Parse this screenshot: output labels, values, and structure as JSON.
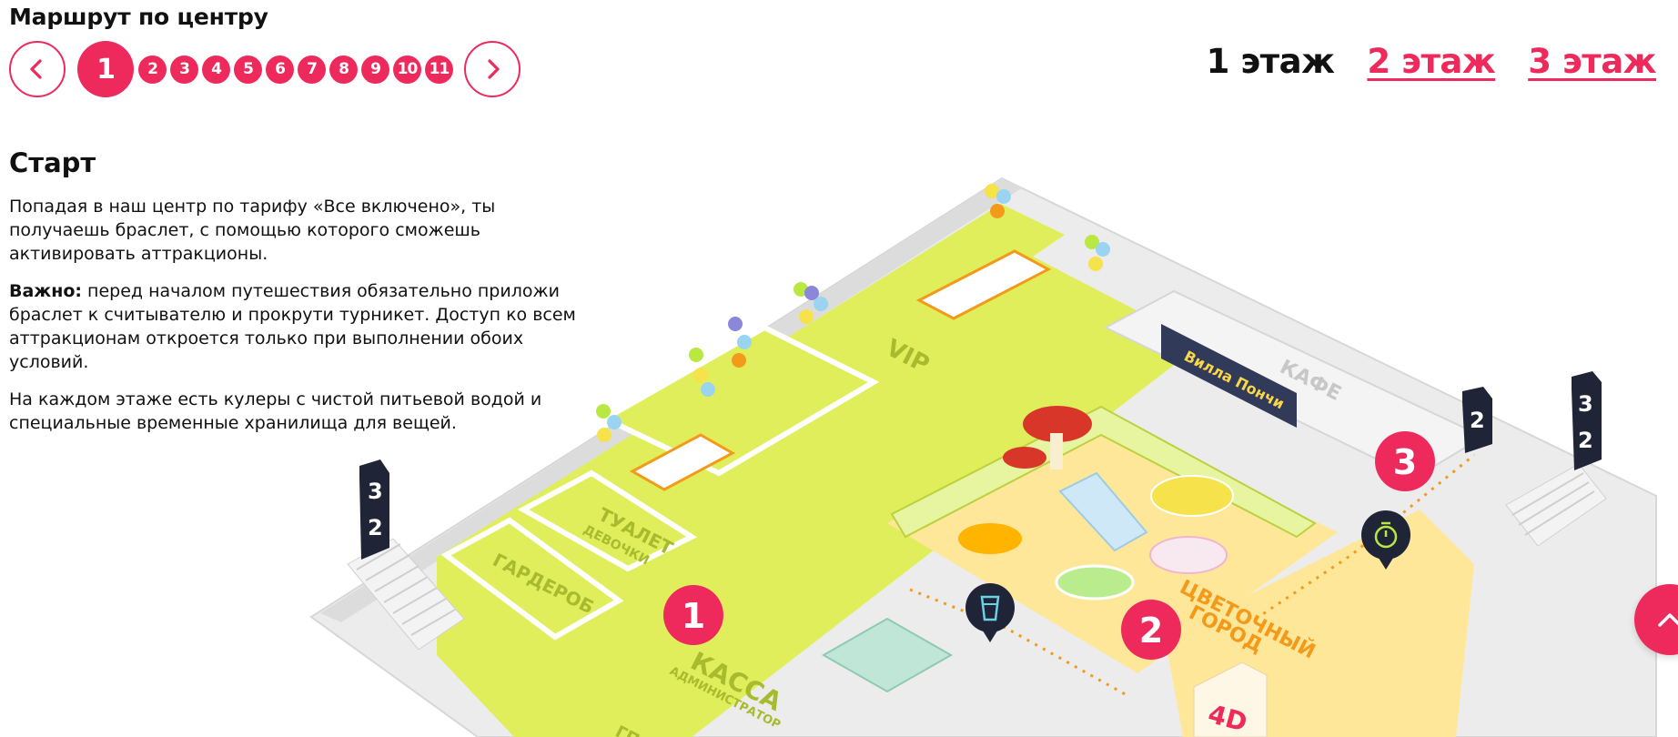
{
  "route": {
    "title": "Маршрут по центру",
    "prev_icon": "chevron-left-icon",
    "next_icon": "chevron-right-icon",
    "steps": [
      "1",
      "2",
      "3",
      "4",
      "5",
      "6",
      "7",
      "8",
      "9",
      "10",
      "11"
    ],
    "active_step": "1"
  },
  "floors": {
    "current": "1 этаж",
    "second": "2 этаж",
    "third": "3 этаж"
  },
  "stage": {
    "title": "Старт",
    "p1": "Попадая в наш центр по тарифу «Все включено», ты получаешь браслет, с помощью которого сможешь активировать аттракционы.",
    "p2_bold": "Важно:",
    "p2": " перед началом путешествия обязательно приложи браслет к считывателю и прокрути турникет. Доступ ко всем аттракционам откроется только при выполнении обоих условий.",
    "p3": "На каждом этаже есть кулеры с чистой питьевой водой и специальные временные хранилища для вещей."
  },
  "map": {
    "labels": {
      "vip": "VIP",
      "toilet": "ТУАЛЕТ",
      "toilet_sub": "ДЕВОЧКИ",
      "wardrobe": "ГАРДЕРОБ",
      "cashier": "КАССА",
      "cashier_sub": "АДМИНИСТРАТОР",
      "cafe": "КАФЕ",
      "flower_city_1": "ЦВЕТОЧНЫЙ",
      "flower_city_2": "ГОРОД",
      "four_d": "4D",
      "sign": "Вилла Пончи",
      "bottom": "ГП"
    },
    "markers": [
      "1",
      "2",
      "3"
    ],
    "stairs": [
      "3",
      "2"
    ],
    "icons": [
      "water-cooler-icon",
      "stopwatch-icon"
    ]
  },
  "colors": {
    "accent": "#ee2a5c",
    "lime": "#dfee5a",
    "floor_yellow": "#ffe79a",
    "wall": "#e2e2e2",
    "dark": "#1f2536"
  },
  "scroll_up_icon": "chevron-up-icon"
}
